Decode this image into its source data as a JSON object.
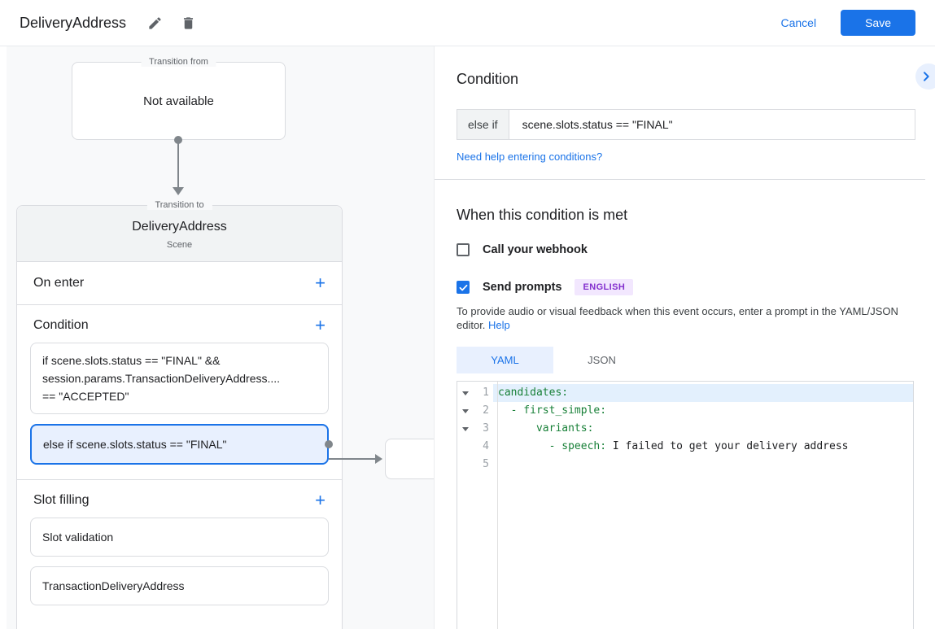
{
  "header": {
    "title": "DeliveryAddress",
    "cancel_label": "Cancel",
    "save_label": "Save"
  },
  "icons": {
    "plus": "+"
  },
  "colors": {
    "accent_blue": "#1a73e8",
    "selected_bg": "#e8f0fe",
    "code_key_green": "#188038",
    "badge_purple": "#8430ce",
    "badge_bg": "#f2e7fe",
    "connector_gray": "#80868b"
  },
  "diagram": {
    "transition_from": {
      "label": "Transition from",
      "value": "Not available"
    },
    "scene_card": {
      "label": "Transition to",
      "title": "DeliveryAddress",
      "subtitle": "Scene",
      "on_enter": {
        "label": "On enter"
      },
      "condition": {
        "label": "Condition",
        "items": [
          {
            "text": "if scene.slots.status == \"FINAL\" &&\nsession.params.TransactionDeliveryAddress....\n== \"ACCEPTED\"",
            "selected": false
          },
          {
            "text": "else if scene.slots.status == \"FINAL\"",
            "selected": true
          }
        ]
      },
      "slot_filling": {
        "label": "Slot filling",
        "items": [
          "Slot validation",
          "TransactionDeliveryAddress"
        ]
      }
    }
  },
  "panel": {
    "title": "Condition",
    "condition_input": {
      "prefix": "else if",
      "value": "scene.slots.status == \"FINAL\""
    },
    "help_link": "Need help entering conditions?",
    "when_met": {
      "title": "When this condition is met",
      "webhook": {
        "label": "Call your webhook",
        "checked": false
      },
      "prompts": {
        "label": "Send prompts",
        "checked": true,
        "badge": "ENGLISH"
      },
      "description": "To provide audio or visual feedback when this event occurs, enter a prompt in the YAML/JSON editor.",
      "description_link": "Help"
    },
    "editor": {
      "tabs": [
        {
          "label": "YAML",
          "active": true
        },
        {
          "label": "JSON",
          "active": false
        }
      ],
      "lines": [
        {
          "num": "1",
          "key": "candidates:",
          "value": "",
          "fold": true,
          "highlight": true
        },
        {
          "num": "2",
          "key": "  - first_simple:",
          "value": "",
          "fold": true
        },
        {
          "num": "3",
          "key": "      variants:",
          "value": "",
          "fold": true
        },
        {
          "num": "4",
          "key": "        - speech:",
          "value": " I failed to get your delivery address",
          "fold": false
        },
        {
          "num": "5",
          "key": "",
          "value": "",
          "fold": false
        }
      ]
    }
  }
}
